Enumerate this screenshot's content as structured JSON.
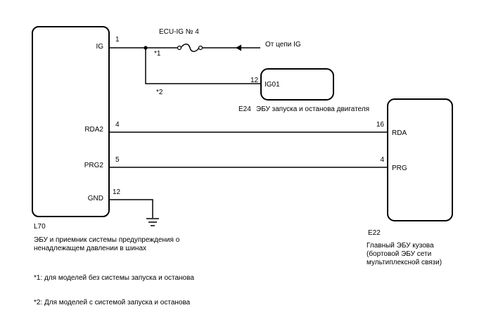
{
  "ecu_tpms": {
    "pins": {
      "ig": {
        "name": "IG",
        "num": "1"
      },
      "rda2": {
        "name": "RDA2",
        "num": "4"
      },
      "prg2": {
        "name": "PRG2",
        "num": "5"
      },
      "gnd": {
        "name": "GND",
        "num": "12"
      }
    },
    "code": "L70",
    "desc_line1": "ЭБУ и приемник системы предупреждения о",
    "desc_line2": "ненадлежащем давлении в шинах"
  },
  "fuse": {
    "label": "ECU-IG № 4",
    "note": "*1"
  },
  "ig_source": "От цепи IG",
  "branch_note": "*2",
  "ecu_stop_start": {
    "pin": {
      "name": "IG01",
      "num": "12"
    },
    "code": "E24",
    "desc": "ЭБУ запуска и останова двигателя"
  },
  "ecu_body": {
    "pins": {
      "rda": {
        "name": "RDA",
        "num": "16"
      },
      "prg": {
        "name": "PRG",
        "num": "4"
      }
    },
    "code": "E22",
    "desc_line1": "Главный ЭБУ кузова",
    "desc_line2": "(бортовой ЭБУ сети",
    "desc_line3": "мультиплексной связи)"
  },
  "footnotes": {
    "note1": "*1: для моделей без системы запуска и останова",
    "note2": "*2: Для моделей с системой запуска и останова"
  }
}
